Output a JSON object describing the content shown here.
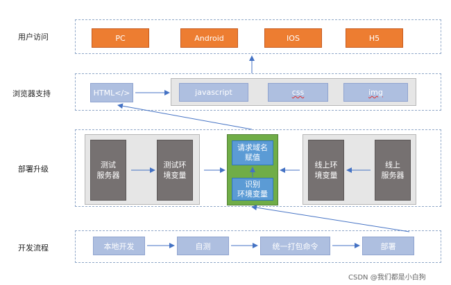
{
  "rows": {
    "users": {
      "label": "用户访问",
      "clients": [
        "PC",
        "Android",
        "IOS",
        "H5"
      ]
    },
    "browser": {
      "label": "浏览器支持",
      "html": "HTML</>",
      "techs": [
        "javascript",
        "css",
        "img"
      ]
    },
    "deploy": {
      "label": "部署升级",
      "test_server": "测试\n服务器",
      "test_env": "测试环\n境变量",
      "request_domain": "请求域名\n赋值",
      "identify_env": "识别\n环境变量",
      "online_env": "线上环\n境变量",
      "online_server": "线上\n服务器"
    },
    "dev": {
      "label": "开发流程",
      "steps": [
        "本地开发",
        "自测",
        "统一打包命令",
        "部署"
      ]
    }
  },
  "watermark": "CSDN @我们都是小白狗",
  "colors": {
    "client_box": "#ed7d31",
    "light_box": "#aebfe0",
    "dark_box": "#767171",
    "blue_box": "#5b9bd5",
    "env_panel": "#70ad47",
    "arrow": "#4472c4"
  }
}
